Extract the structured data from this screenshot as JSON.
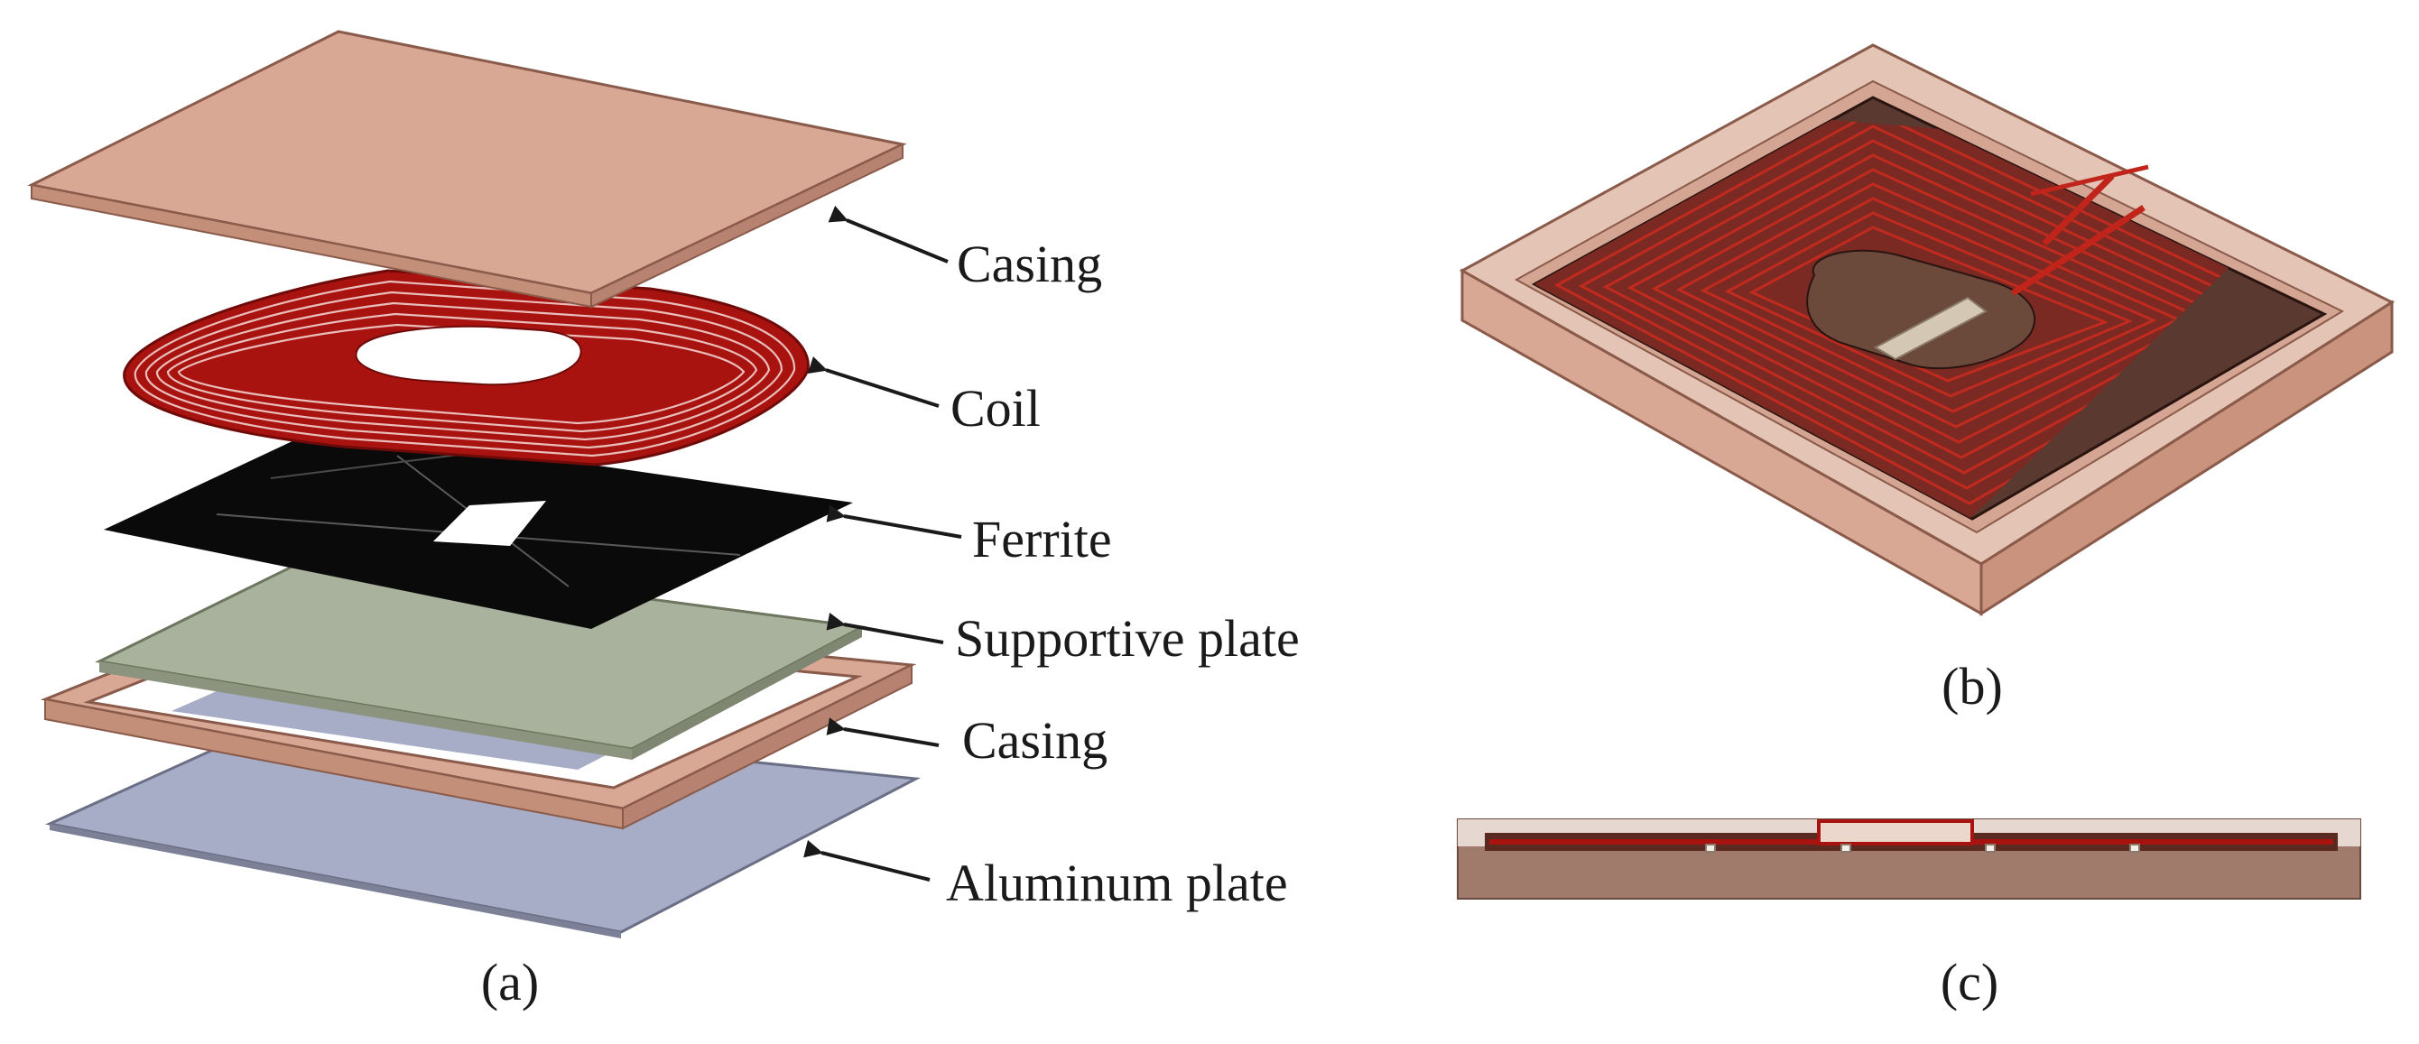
{
  "panel_a": {
    "caption": "(a)",
    "layers": [
      {
        "label": "Casing"
      },
      {
        "label": "Coil"
      },
      {
        "label": "Ferrite"
      },
      {
        "label": "Supportive plate"
      },
      {
        "label": "Casing"
      },
      {
        "label": "Aluminum plate"
      }
    ]
  },
  "panel_b": {
    "caption": "(b)"
  },
  "panel_c": {
    "caption": "(c)"
  },
  "colors": {
    "casing": "#d9a894",
    "casing_edge": "#8a5a4a",
    "coil": "#a8120f",
    "ferrite": "#0a0a0a",
    "supportive_plate": "#a9b29c",
    "aluminum_plate": "#a7adc6"
  }
}
